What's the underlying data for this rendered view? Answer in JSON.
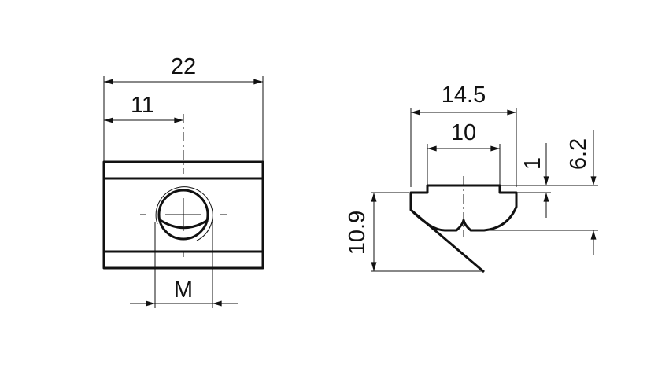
{
  "drawing": {
    "front_view": {
      "width_dim": "22",
      "half_width_dim": "11",
      "thread_dim": "M"
    },
    "side_view": {
      "top_width_dim": "14.5",
      "inner_width_dim": "10",
      "step_dim": "1",
      "height_dim": "6.2",
      "total_height_dim": "10.9"
    }
  }
}
